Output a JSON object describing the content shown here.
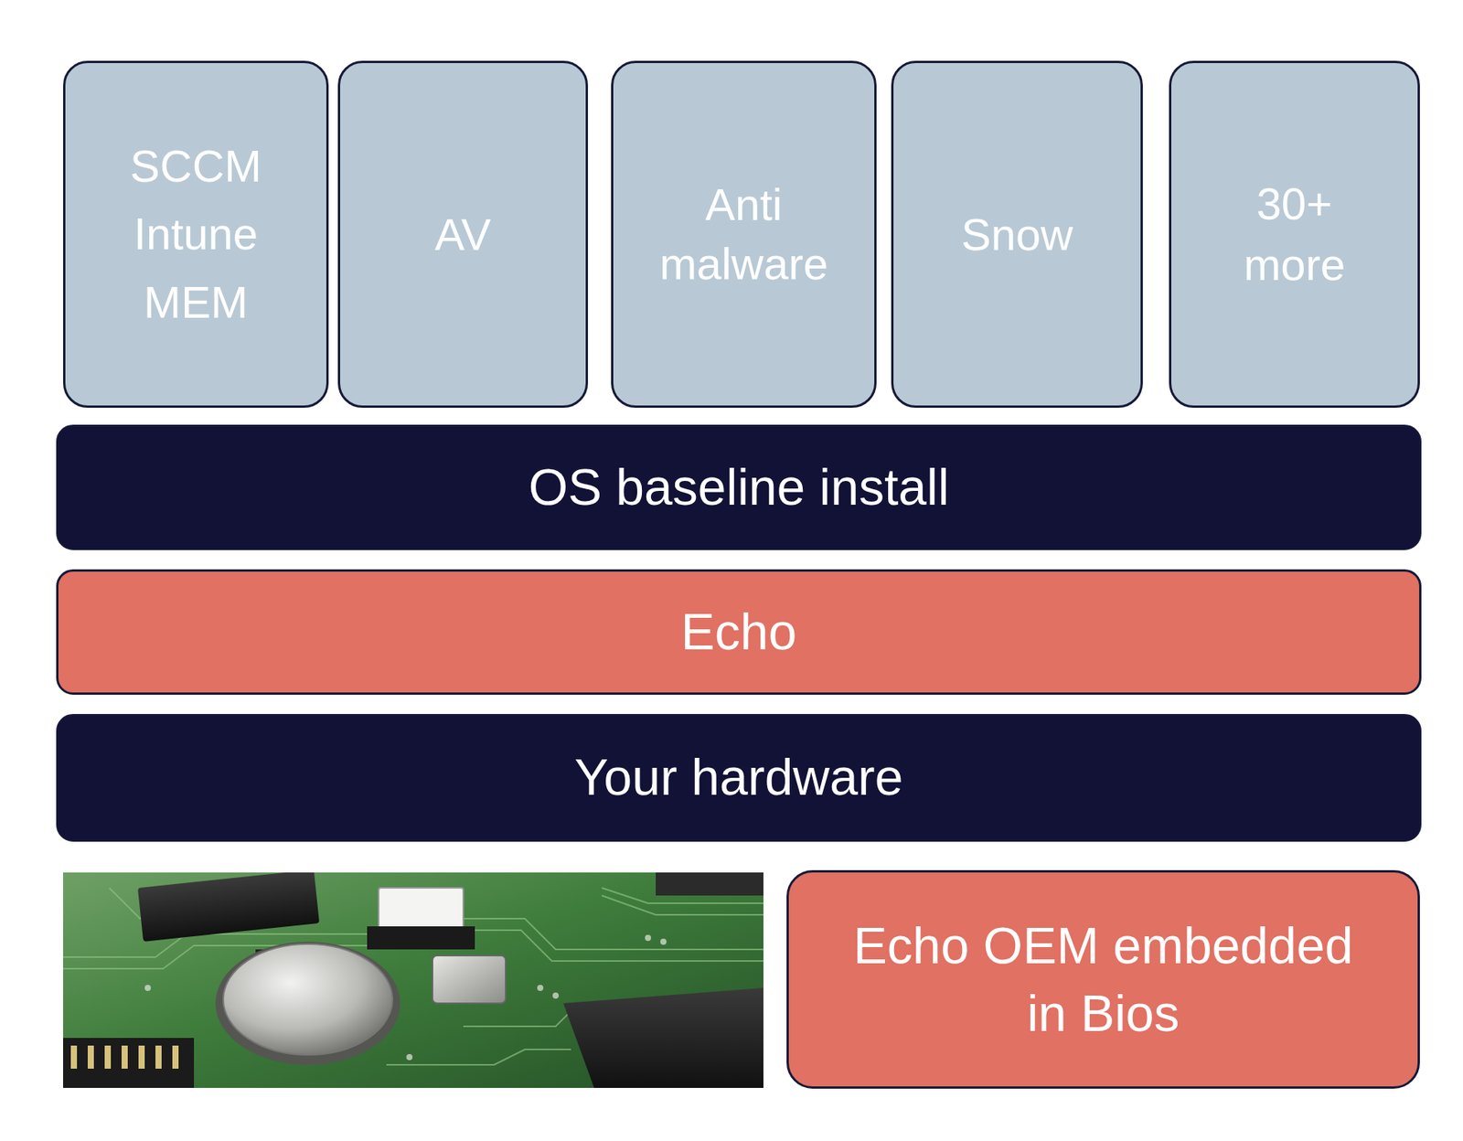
{
  "diagram": {
    "nodes": [
      {
        "text": [
          "SCCM Intune MEM"
        ]
      },
      {
        "text": [
          "AV"
        ]
      },
      {
        "text": [
          "Anti malware"
        ]
      },
      {
        "text": [
          "Snow"
        ]
      },
      {
        "text": [
          "30+ more"
        ]
      },
      {
        "text": [
          "OS baseline install"
        ]
      },
      {
        "text": [
          "Echo"
        ]
      },
      {
        "text": [
          "Your hardware"
        ]
      },
      {
        "text": [
          "Echo OEM embedded in Bios"
        ]
      }
    ]
  }
}
